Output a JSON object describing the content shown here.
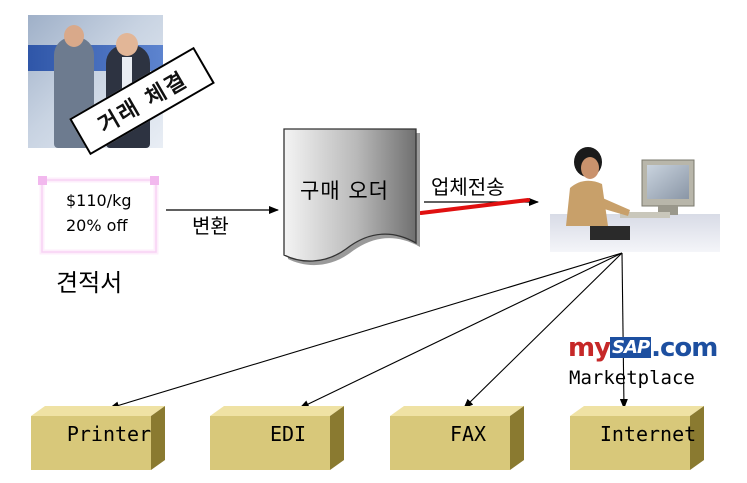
{
  "deal": {
    "stamp_text": "거래 체결"
  },
  "quote": {
    "price": "$110/kg",
    "discount": "20% off",
    "label": "견적서"
  },
  "flow": {
    "convert_label": "변환",
    "send_label": "업체전송"
  },
  "purchase_order": {
    "label": "구매 오더"
  },
  "mysap": {
    "my": "my",
    "sap": "SAP",
    "com": ".com",
    "marketplace": "Marketplace"
  },
  "outputs": [
    {
      "label": "Printer"
    },
    {
      "label": "EDI"
    },
    {
      "label": "FAX"
    },
    {
      "label": "Internet"
    }
  ],
  "colors": {
    "accent_red": "#e01010",
    "block_gold": "#d8c87a",
    "block_dark": "#8a7a30",
    "quote_frame": "#f2b8ee"
  }
}
